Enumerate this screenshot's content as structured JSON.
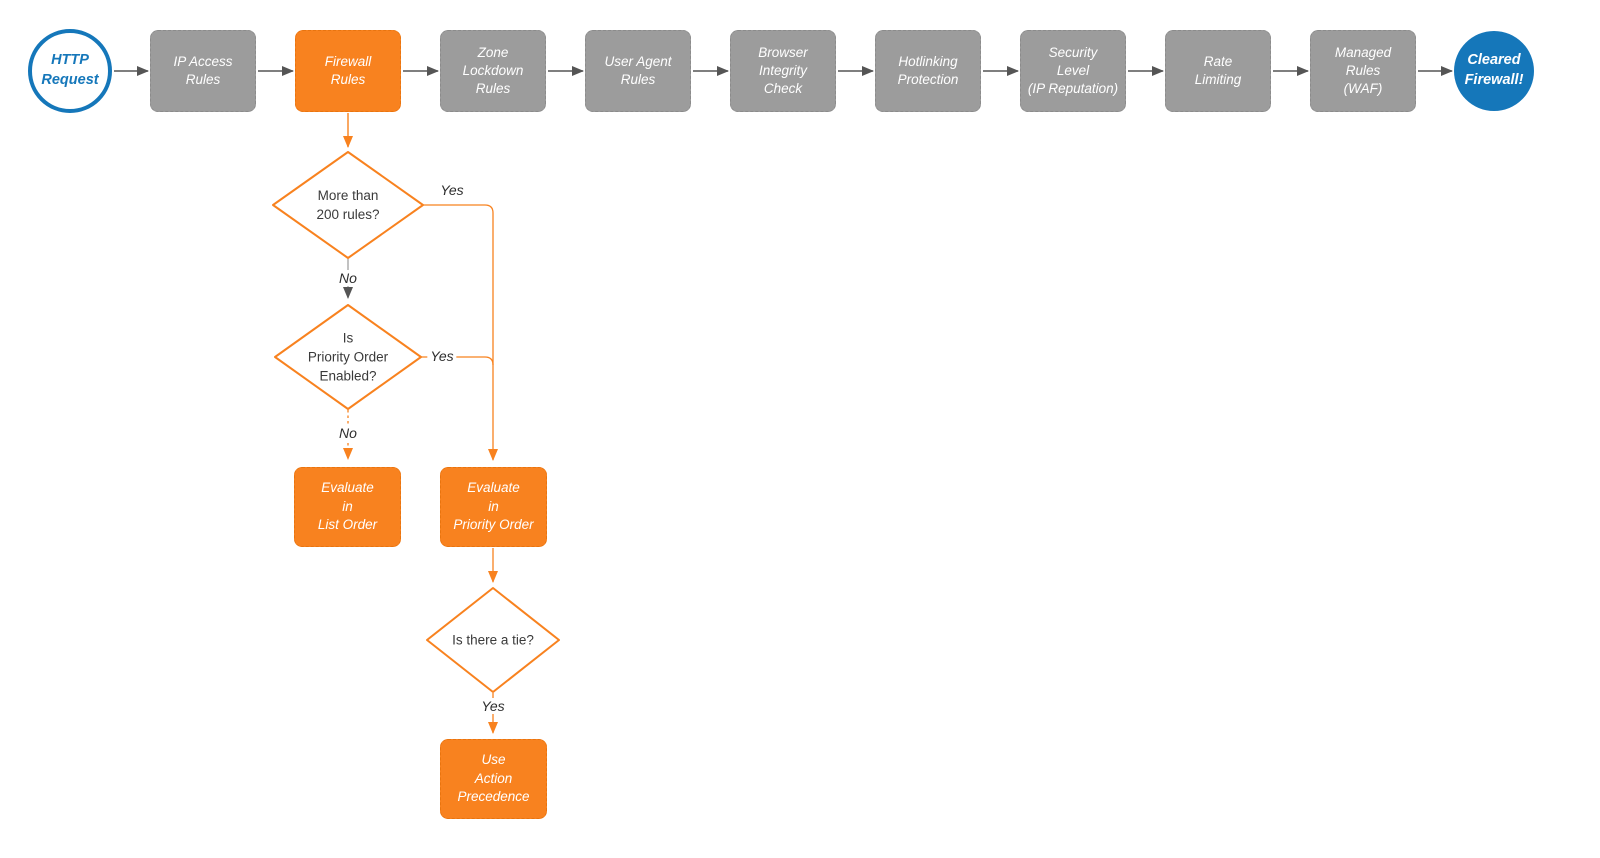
{
  "colors": {
    "blue": "#1577ba",
    "orange": "#f8821f",
    "gray_box": "#9c9c9c",
    "arrow_gray": "#555555"
  },
  "flow": {
    "start_label": "HTTP\nRequest",
    "stages": [
      {
        "label": "IP Access\nRules",
        "highlighted": false
      },
      {
        "label": "Firewall\nRules",
        "highlighted": true
      },
      {
        "label": "Zone\nLockdown\nRules",
        "highlighted": false
      },
      {
        "label": "User Agent\nRules",
        "highlighted": false
      },
      {
        "label": "Browser\nIntegrity\nCheck",
        "highlighted": false
      },
      {
        "label": "Hotlinking\nProtection",
        "highlighted": false
      },
      {
        "label": "Security\nLevel\n(IP Reputation)",
        "highlighted": false
      },
      {
        "label": "Rate\nLimiting",
        "highlighted": false
      },
      {
        "label": "Managed\nRules\n(WAF)",
        "highlighted": false
      }
    ],
    "end_label": "Cleared\nFirewall!",
    "branch": {
      "decision_1": "More than\n200 rules?",
      "decision_1_yes": "Yes",
      "decision_1_no": "No",
      "decision_2": "Is\nPriority Order\nEnabled?",
      "decision_2_yes": "Yes",
      "decision_2_no": "No",
      "evaluate_list": "Evaluate\nin\nList Order",
      "evaluate_priority": "Evaluate\nin\nPriority Order",
      "decision_3": "Is there a tie?",
      "decision_3_yes": "Yes",
      "use_action": "Use\nAction\nPrecedence"
    }
  }
}
